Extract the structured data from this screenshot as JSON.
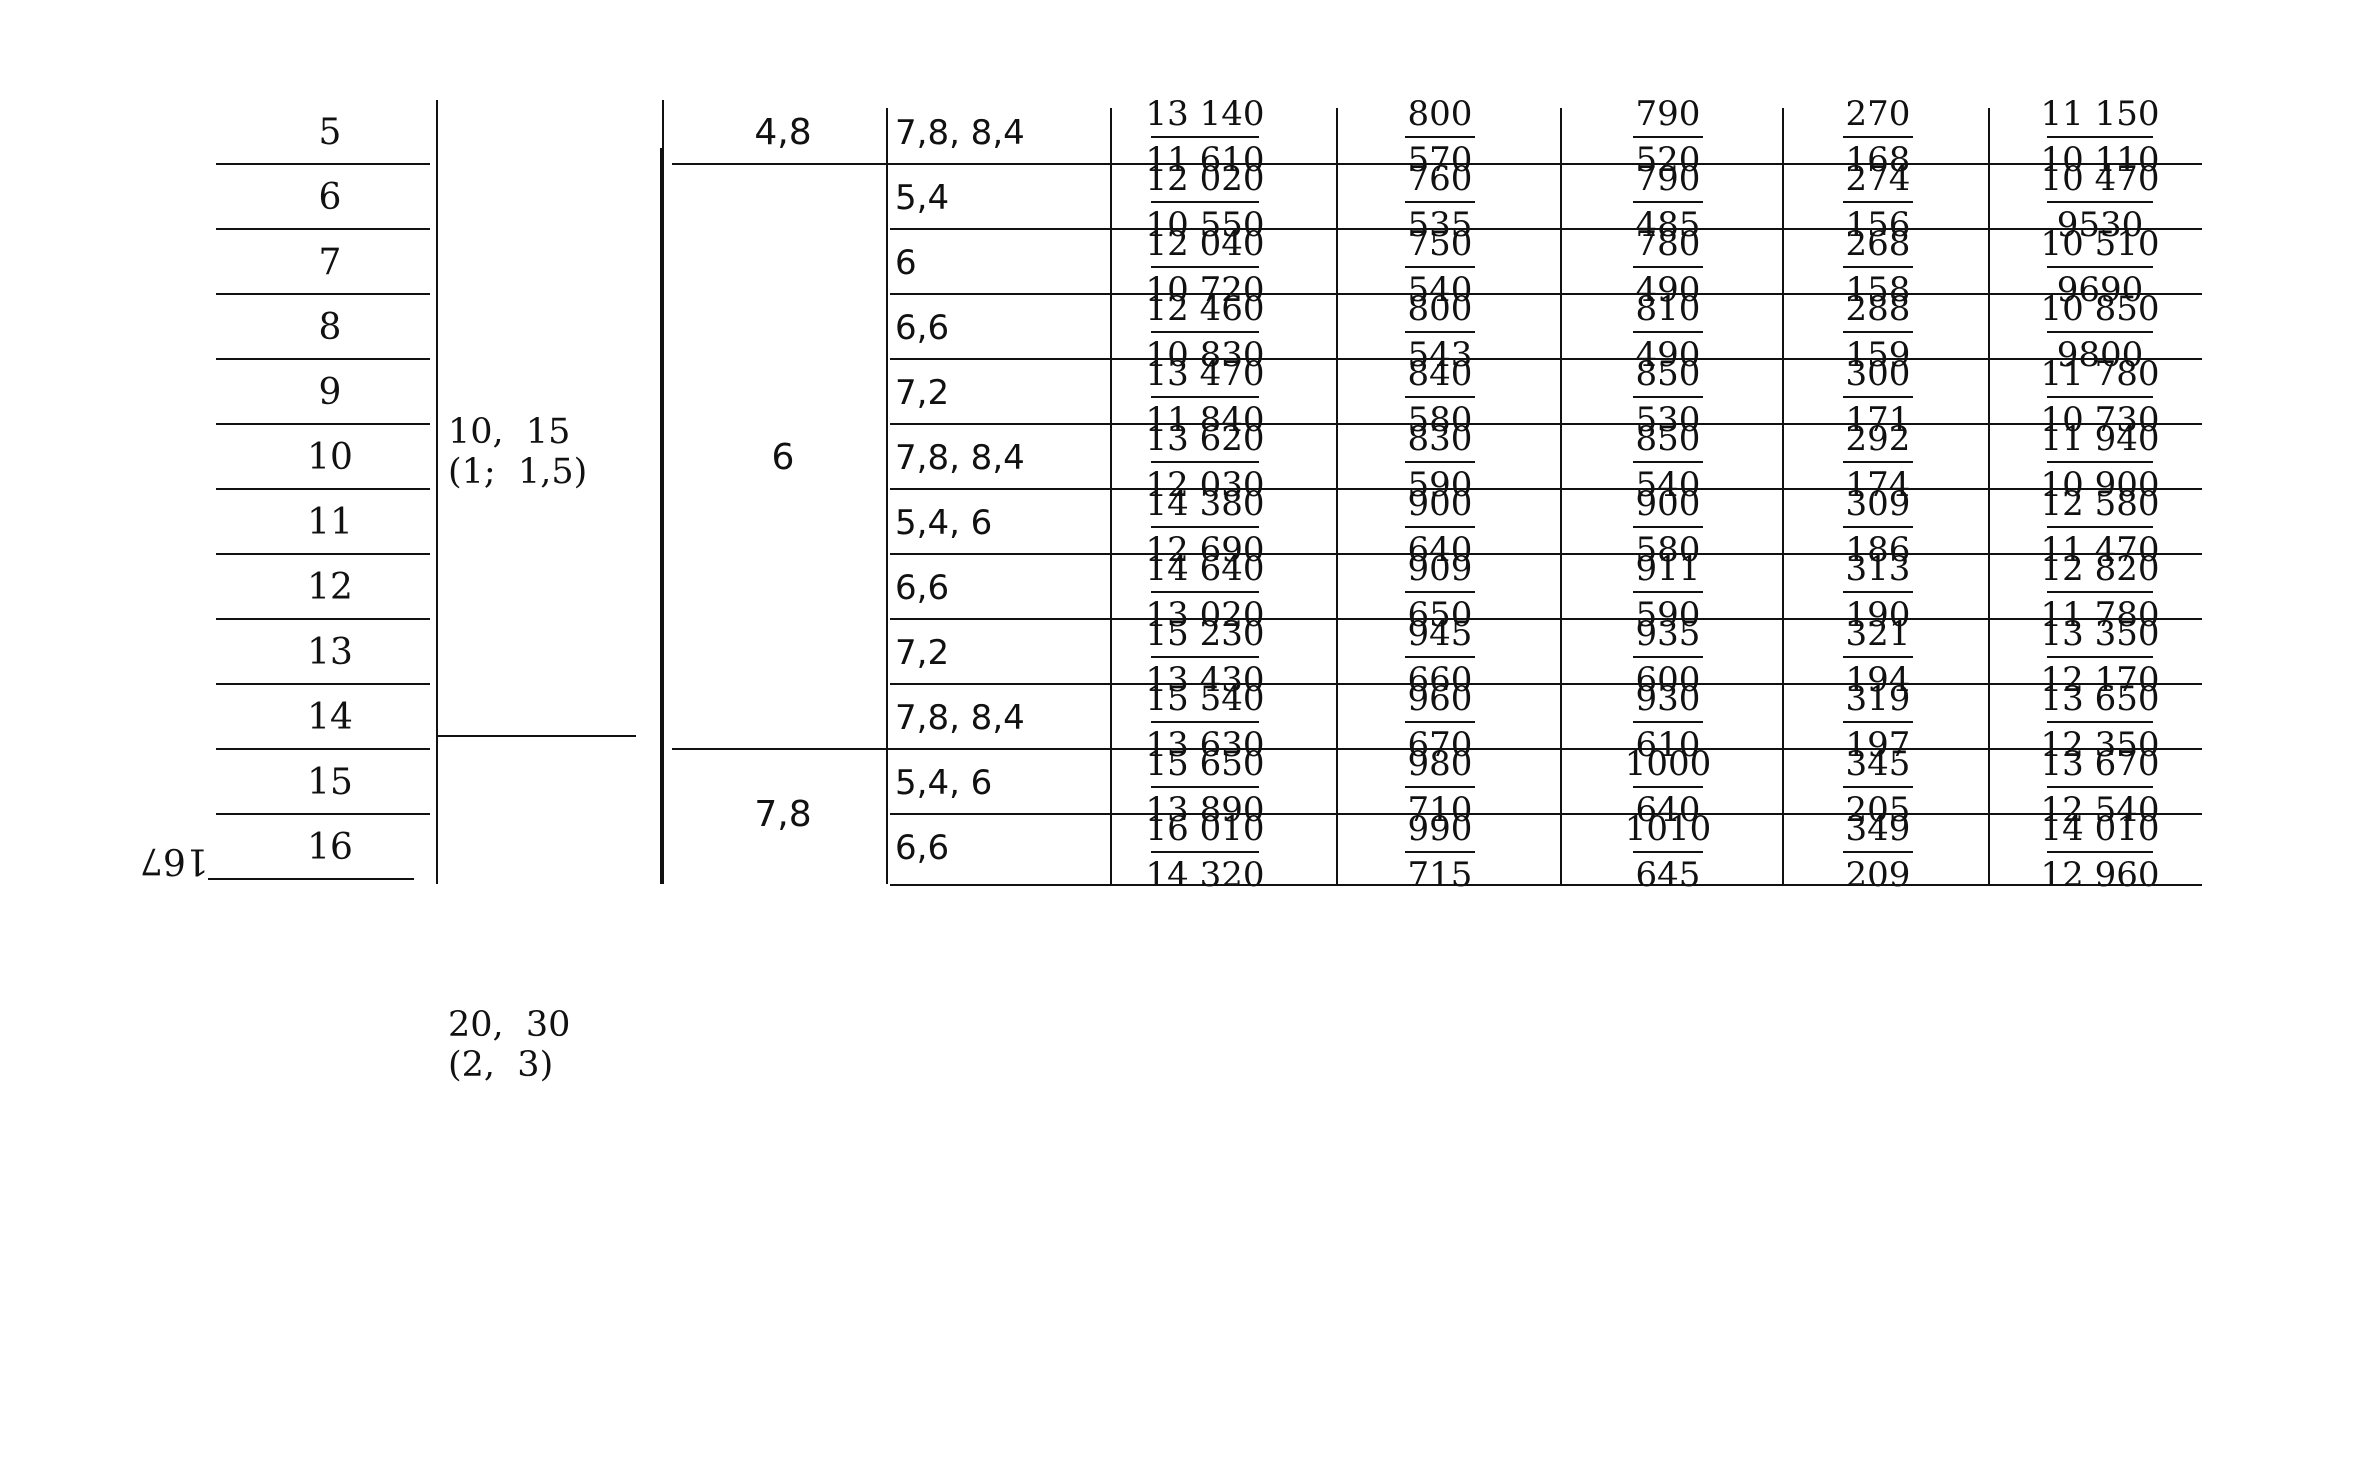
{
  "page_number": "167",
  "table": {
    "row_numbers": [
      "5",
      "6",
      "7",
      "8",
      "9",
      "10",
      "11",
      "12",
      "13",
      "14",
      "15",
      "16"
    ],
    "groups": [
      {
        "label": "10,  15\n(1;  1,5)"
      },
      {
        "label": "20,  30\n(2,  3)"
      }
    ],
    "blocks": [
      {
        "value": "4,8"
      },
      {
        "value": "6"
      },
      {
        "value": "7,8"
      }
    ],
    "rows": [
      {
        "sub": "7,8,  8,4",
        "cells": [
          [
            "13 140",
            "11 610"
          ],
          [
            "800",
            "570"
          ],
          [
            "790",
            "520"
          ],
          [
            "270",
            "168"
          ],
          [
            "11 150",
            "10 110"
          ]
        ]
      },
      {
        "sub": "5,4",
        "cells": [
          [
            "12 020",
            "10 550"
          ],
          [
            "760",
            "535"
          ],
          [
            "790",
            "485"
          ],
          [
            "274",
            "156"
          ],
          [
            "10 470",
            "9530"
          ]
        ]
      },
      {
        "sub": "6",
        "cells": [
          [
            "12 040",
            "10 720"
          ],
          [
            "750",
            "540"
          ],
          [
            "780",
            "490"
          ],
          [
            "268",
            "158"
          ],
          [
            "10 510",
            "9690"
          ]
        ]
      },
      {
        "sub": "6,6",
        "cells": [
          [
            "12 460",
            "10 830"
          ],
          [
            "800",
            "543"
          ],
          [
            "810",
            "490"
          ],
          [
            "288",
            "159"
          ],
          [
            "10 850",
            "9800"
          ]
        ]
      },
      {
        "sub": "7,2",
        "cells": [
          [
            "13 470",
            "11 840"
          ],
          [
            "840",
            "580"
          ],
          [
            "850",
            "530"
          ],
          [
            "300",
            "171"
          ],
          [
            "11 780",
            "10 730"
          ]
        ]
      },
      {
        "sub": "7,8,  8,4",
        "cells": [
          [
            "13 620",
            "12 030"
          ],
          [
            "830",
            "590"
          ],
          [
            "850",
            "540"
          ],
          [
            "292",
            "174"
          ],
          [
            "11 940",
            "10 900"
          ]
        ]
      },
      {
        "sub": "5,4,  6",
        "cells": [
          [
            "14 380",
            "12 690"
          ],
          [
            "900",
            "640"
          ],
          [
            "900",
            "580"
          ],
          [
            "309",
            "186"
          ],
          [
            "12 580",
            "11 470"
          ]
        ]
      },
      {
        "sub": "6,6",
        "cells": [
          [
            "14 640",
            "13 020"
          ],
          [
            "909",
            "650"
          ],
          [
            "911",
            "590"
          ],
          [
            "313",
            "190"
          ],
          [
            "12 820",
            "11 780"
          ]
        ]
      },
      {
        "sub": "7,2",
        "cells": [
          [
            "15 230",
            "13 430"
          ],
          [
            "945",
            "660"
          ],
          [
            "935",
            "600"
          ],
          [
            "321",
            "194"
          ],
          [
            "13 350",
            "12 170"
          ]
        ]
      },
      {
        "sub": "7,8,  8,4",
        "cells": [
          [
            "15 540",
            "13 630"
          ],
          [
            "960",
            "670"
          ],
          [
            "930",
            "610"
          ],
          [
            "319",
            "197"
          ],
          [
            "13 650",
            "12 350"
          ]
        ]
      },
      {
        "sub": "5,4,  6",
        "cells": [
          [
            "15 650",
            "13 890"
          ],
          [
            "980",
            "710"
          ],
          [
            "1000",
            "640"
          ],
          [
            "345",
            "205"
          ],
          [
            "13 670",
            "12 540"
          ]
        ]
      },
      {
        "sub": "6,6",
        "cells": [
          [
            "16 010",
            "14 320"
          ],
          [
            "990",
            "715"
          ],
          [
            "1010",
            "645"
          ],
          [
            "349",
            "209"
          ],
          [
            "14 010",
            "12 960"
          ]
        ]
      }
    ]
  }
}
